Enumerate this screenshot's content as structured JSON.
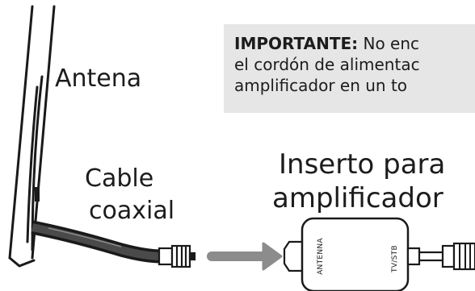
{
  "labels": {
    "antenna": "Antena",
    "cable_line1": "Cable",
    "cable_line2": "coaxial",
    "insert_line1": "Inserto para",
    "insert_line2": "amplificador"
  },
  "note": {
    "strong": "IMPORTANTE:",
    "line1_rest": " No enc",
    "line2": "el cordón de alimentac",
    "line3": "amplificador en un to"
  },
  "amplifier": {
    "port_left": "ANTENNA",
    "port_right": "TV/STB"
  },
  "colors": {
    "stroke": "#1a1a1a",
    "cable": "#333333",
    "arrow": "#8c8c8c",
    "note_bg": "#e6e6e6",
    "text": "#1c1c1c"
  }
}
